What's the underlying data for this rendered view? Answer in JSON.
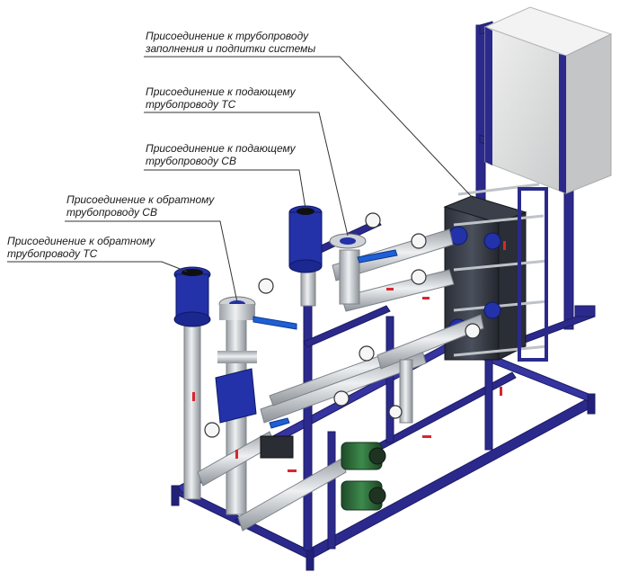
{
  "callouts": [
    {
      "id": "fill",
      "line1": "Присоединение к трубопроводу",
      "line2": "заполнения и подпитки системы"
    },
    {
      "id": "supply-ts",
      "line1": "Присоединение к подающему",
      "line2": "трубопроводу ТС"
    },
    {
      "id": "supply-sv",
      "line1": "Присоединение к подающему",
      "line2": "трубопроводу СВ"
    },
    {
      "id": "return-sv",
      "line1": "Присоединение к обратному",
      "line2": "трубопроводу СВ"
    },
    {
      "id": "return-ts",
      "line1": "Присоединение к обратному",
      "line2": "трубопроводу ТС"
    }
  ],
  "colors": {
    "frame": "#2b2a8c",
    "frame_dark": "#1c1b63",
    "pipe": "#c9cdd2",
    "pipe_shade": "#8f959b",
    "flange": "#2332a8",
    "valve_handle": "#1f5fd6",
    "accent_red": "#d8262e",
    "cabinet": "#d9dadb",
    "pump": "#2f6b3a",
    "leader_line": "#333333"
  }
}
